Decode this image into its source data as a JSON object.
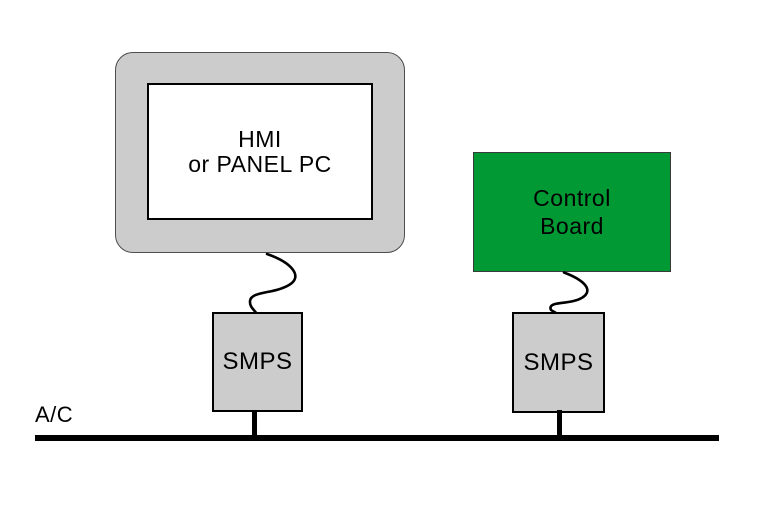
{
  "diagram": {
    "monitor": {
      "line1": "HMI",
      "line2": "or PANEL PC"
    },
    "control_board": {
      "line1": "Control",
      "line2": "Board"
    },
    "smps_left": {
      "label": "SMPS"
    },
    "smps_right": {
      "label": "SMPS"
    },
    "ac_bus": {
      "label": "A/C"
    },
    "colors": {
      "device_gray": "#cccccc",
      "board_green": "#009933",
      "line_black": "#000000",
      "screen_white": "#ffffff"
    }
  }
}
